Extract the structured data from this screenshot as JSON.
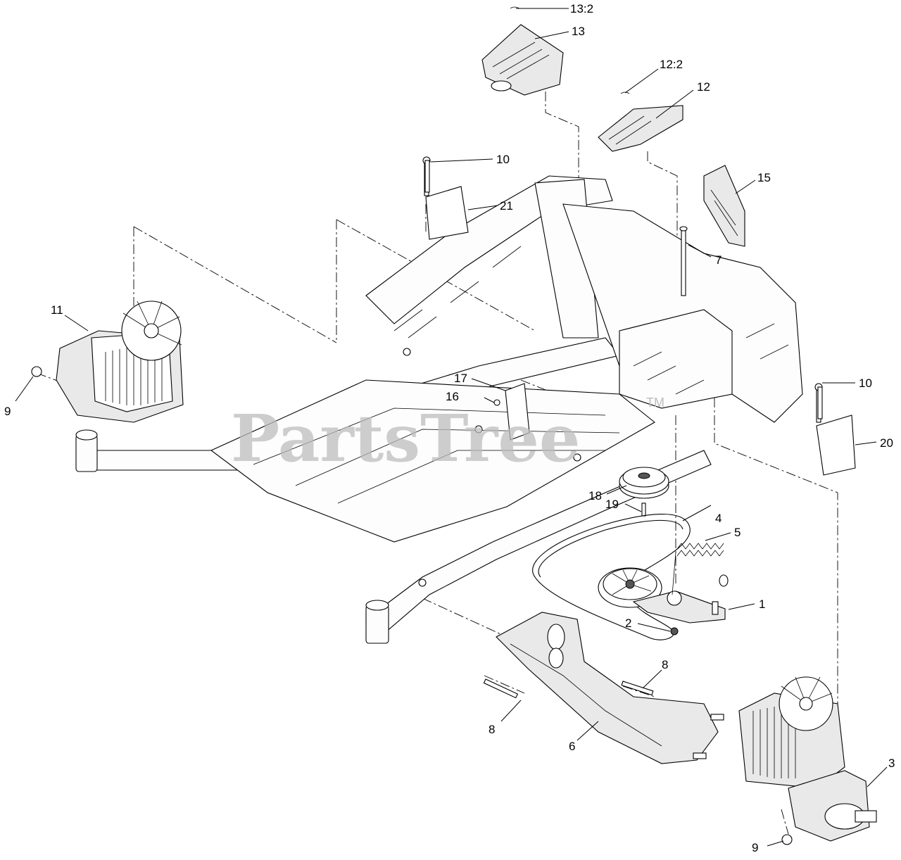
{
  "watermark": {
    "text": "PartsTree",
    "tm": "TM"
  },
  "callouts": [
    {
      "id": "c-13-2",
      "label": "13:2"
    },
    {
      "id": "c-13",
      "label": "13"
    },
    {
      "id": "c-12-2",
      "label": "12:2"
    },
    {
      "id": "c-12",
      "label": "12"
    },
    {
      "id": "c-10-top",
      "label": "10"
    },
    {
      "id": "c-21",
      "label": "21"
    },
    {
      "id": "c-15",
      "label": "15"
    },
    {
      "id": "c-7",
      "label": "7"
    },
    {
      "id": "c-11",
      "label": "11"
    },
    {
      "id": "c-9-left",
      "label": "9"
    },
    {
      "id": "c-17",
      "label": "17"
    },
    {
      "id": "c-16",
      "label": "16"
    },
    {
      "id": "c-10-right",
      "label": "10"
    },
    {
      "id": "c-20",
      "label": "20"
    },
    {
      "id": "c-18",
      "label": "18"
    },
    {
      "id": "c-19",
      "label": "19"
    },
    {
      "id": "c-4",
      "label": "4"
    },
    {
      "id": "c-5",
      "label": "5"
    },
    {
      "id": "c-1",
      "label": "1"
    },
    {
      "id": "c-2",
      "label": "2"
    },
    {
      "id": "c-8-right",
      "label": "8"
    },
    {
      "id": "c-8-left",
      "label": "8"
    },
    {
      "id": "c-6",
      "label": "6"
    },
    {
      "id": "c-3",
      "label": "3"
    },
    {
      "id": "c-9-bottom",
      "label": "9"
    }
  ]
}
